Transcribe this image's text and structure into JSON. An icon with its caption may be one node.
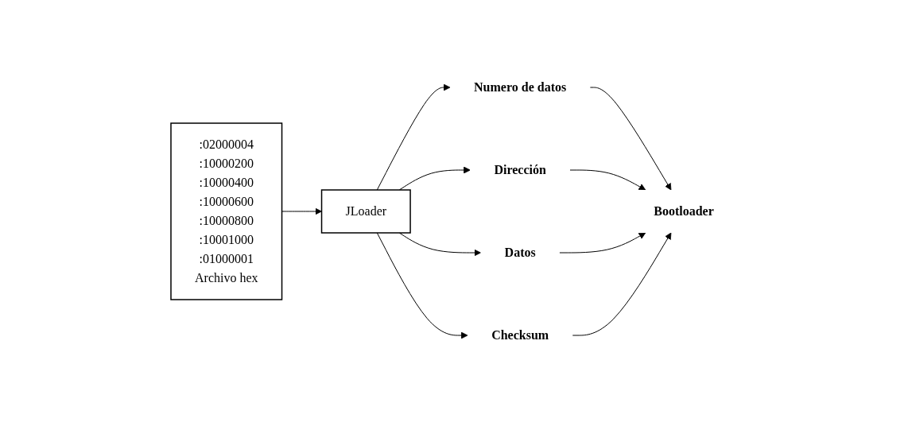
{
  "diagram": {
    "nodes": [
      {
        "text": [
          ":02000004",
          ":10000200",
          ":10000400",
          ":10000600",
          ":10000800",
          ":10001000",
          ":01000001",
          "Archivo hex"
        ]
      },
      {
        "text": [
          "JLoader"
        ]
      },
      {
        "text": [
          "Numero de datos"
        ]
      },
      {
        "text": [
          "Dirección"
        ]
      },
      {
        "text": [
          "Datos"
        ]
      },
      {
        "text": [
          "Checksum"
        ]
      },
      {
        "text": [
          "Bootloader"
        ]
      }
    ],
    "edges": [
      {
        "from": 0,
        "to": 1,
        "arrow": "to"
      },
      {
        "from": 1,
        "to": 2,
        "arrow": "to"
      },
      {
        "from": 1,
        "to": 3,
        "arrow": "to"
      },
      {
        "from": 1,
        "to": 4,
        "arrow": "to"
      },
      {
        "from": 1,
        "to": 5,
        "arrow": "to"
      },
      {
        "from": 2,
        "to": 6,
        "arrow": "to"
      },
      {
        "from": 3,
        "to": 6,
        "arrow": "to"
      },
      {
        "from": 4,
        "to": 6,
        "arrow": "to"
      },
      {
        "from": 5,
        "to": 6,
        "arrow": "to"
      }
    ]
  }
}
